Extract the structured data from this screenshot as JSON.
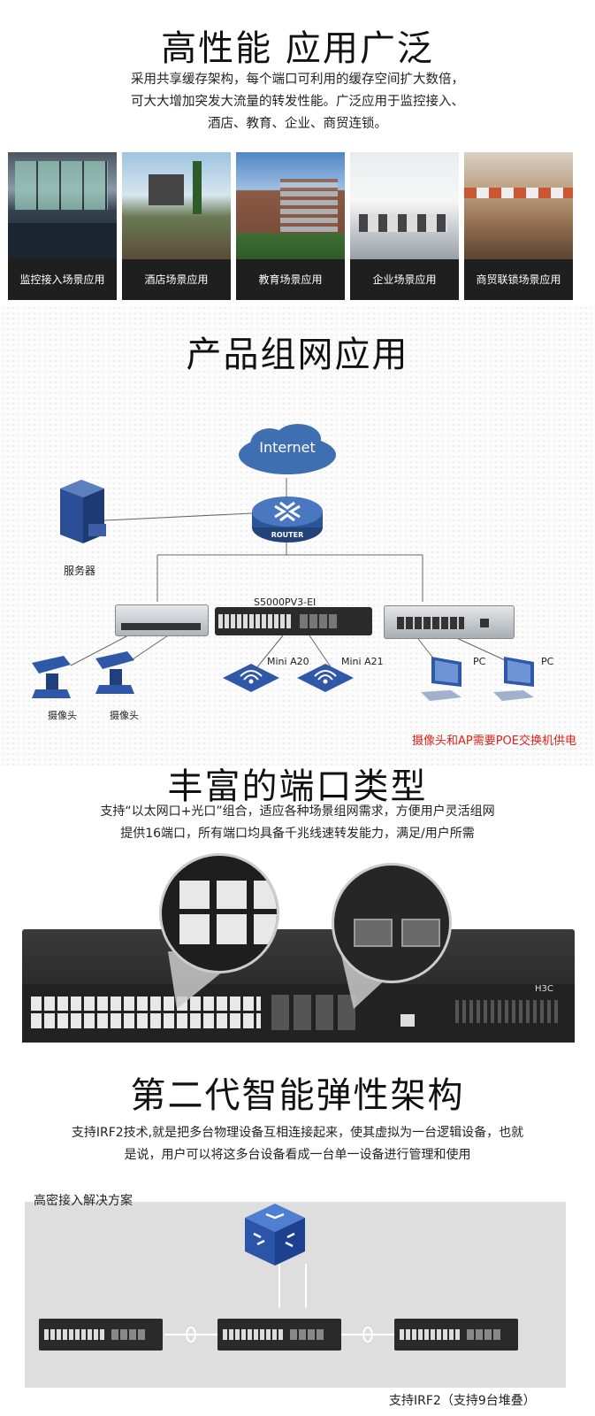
{
  "section1": {
    "title": "高性能 应用广泛",
    "desc_lines": [
      "采用共享缓存架构，每个端口可利用的缓存空间扩大数倍，",
      "可大大增加突发大流量的转发性能。广泛应用于监控接入、",
      "酒店、教育、企业、商贸连锁。"
    ],
    "scenes": [
      {
        "label": "监控接入场景应用"
      },
      {
        "label": "酒店场景应用"
      },
      {
        "label": "教育场景应用"
      },
      {
        "label": "企业场景应用"
      },
      {
        "label": "商贸联锁场景应用"
      }
    ]
  },
  "section2": {
    "title": "产品组网应用",
    "internet": "Internet",
    "router": "ROUTER",
    "server": "服务器",
    "main_switch": "S5000PV3-EI",
    "ap1": "Mini A20",
    "ap2": "Mini A21",
    "camera1": "摄像头",
    "camera2": "摄像头",
    "pc1": "PC",
    "pc2": "PC",
    "note": "摄像头和AP需要POE交换机供电",
    "note_color": "#e0201b"
  },
  "section3": {
    "title": "丰富的端口类型",
    "desc_lines": [
      "支持“以太网口+光口”组合，适应各种场景组网需求，方便用户灵活组网",
      "提供16端口，所有端口均具备千兆线速转发能力，满足/用户所需"
    ],
    "brand": "H3C"
  },
  "section4": {
    "title": "第二代智能弹性架构",
    "desc_lines": [
      "支持IRF2技术,就是把多台物理设备互相连接起来，使其虚拟为一台逻辑设备，也就",
      "是说，用户可以将这多台设备看成一台单一设备进行管理和使用"
    ],
    "box_title": "高密接入解决方案",
    "footer": "支持IRF2（支持9台堆叠）"
  }
}
